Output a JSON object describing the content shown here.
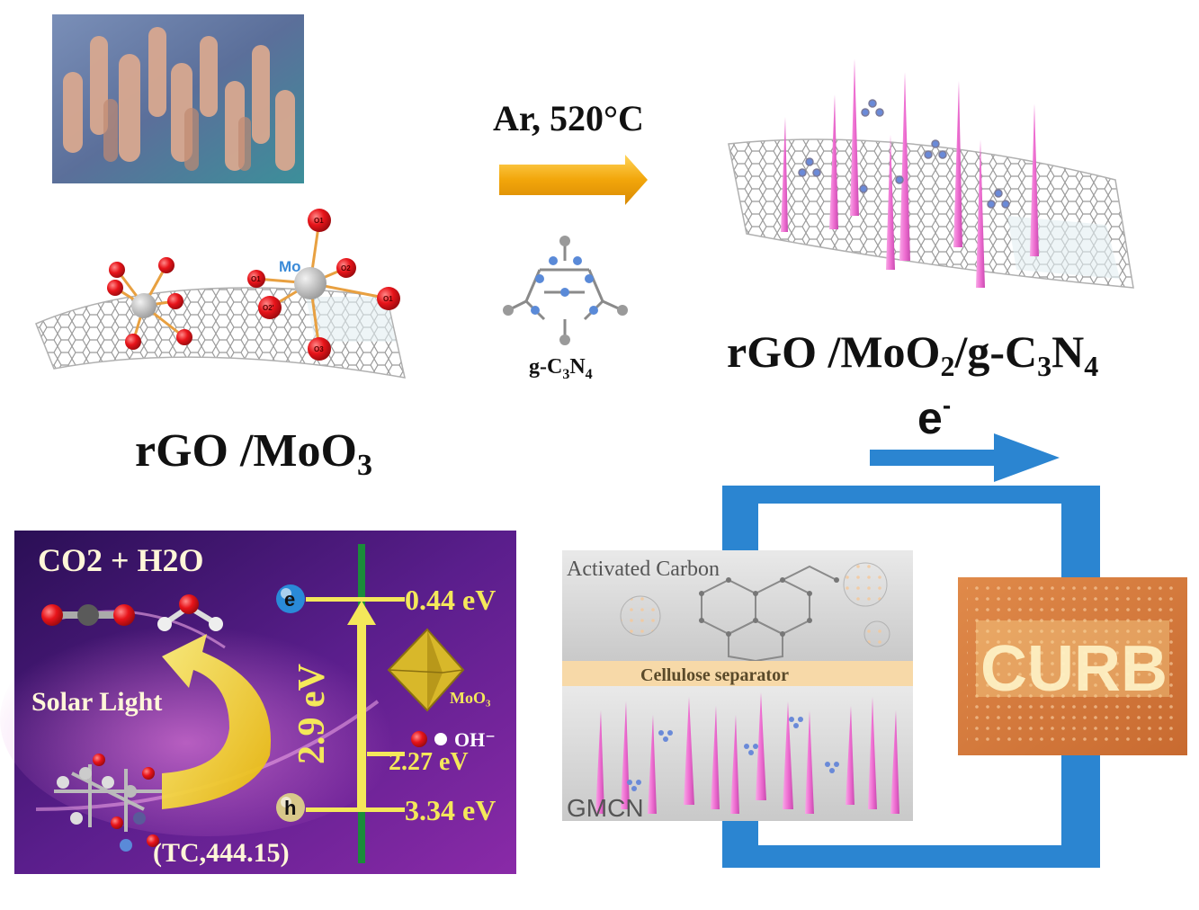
{
  "top": {
    "reaction_condition": "Ar, 520°C",
    "precursor_label": {
      "base": "g-C",
      "sub1": "3",
      "mid": "N",
      "sub2": "4"
    },
    "product_label": {
      "base": "rGO /MoO",
      "sub1": "2",
      "mid": "/g-C",
      "sub2": "3",
      "mid2": "N",
      "sub3": "4"
    },
    "reactant_label": {
      "base": "rGO /MoO",
      "sub1": "3"
    },
    "mo_label": "Mo",
    "oxygen_labels": [
      "O1",
      "O2",
      "O1",
      "O2'",
      "O3",
      "O1"
    ]
  },
  "photocatalysis": {
    "reactants": "CO2 + H2O",
    "light_label": "Solar Light",
    "molecule_label": "(TC,444.15)",
    "band_gap": "2.9 eV",
    "cb_label": "e",
    "vb_label": "h",
    "cb_energy": "0.44 eV",
    "oh_energy": "2.27 eV",
    "vb_energy": "3.34 eV",
    "oh_label": "OH⁻",
    "crystal_label": "MoO₃"
  },
  "device": {
    "electron_label": "e",
    "electron_sup": "-",
    "top_layer": "Activated Carbon",
    "separator": "Cellulose separator",
    "bottom_layer": "GMCN",
    "led_text": "CURB"
  },
  "colors": {
    "arrow_orange": "#f2a60a",
    "circuit_blue": "#2b85d1",
    "spike_pink": "#ef6fd2",
    "oxygen_red": "#e8141a",
    "panel_purple": "#4a1a7a",
    "band_green": "#1a8c3a",
    "label_yellow": "#f4e85a"
  }
}
